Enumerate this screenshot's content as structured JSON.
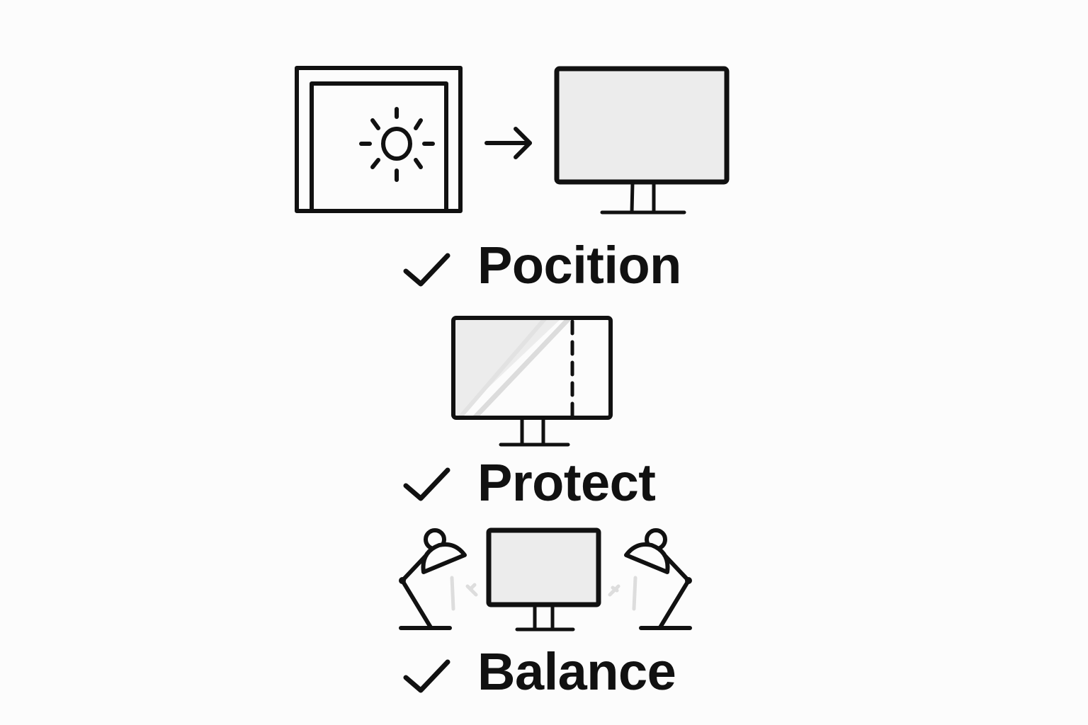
{
  "colors": {
    "background": "#fcfcfc",
    "stroke": "#111111",
    "screen_fill": "#ececec",
    "faint": "#dddddd"
  },
  "sections": [
    {
      "id": "position",
      "label": "Pocition",
      "check_icon": "checkmark-icon",
      "illustration": [
        "window-with-sun-icon",
        "arrow-right-icon",
        "monitor-icon"
      ]
    },
    {
      "id": "protect",
      "label": "Protect",
      "check_icon": "checkmark-icon",
      "illustration": [
        "monitor-with-glare-filter-icon"
      ]
    },
    {
      "id": "balance",
      "label": "Balance",
      "check_icon": "checkmark-icon",
      "illustration": [
        "desk-lamp-left-icon",
        "monitor-icon",
        "desk-lamp-right-icon"
      ]
    }
  ]
}
